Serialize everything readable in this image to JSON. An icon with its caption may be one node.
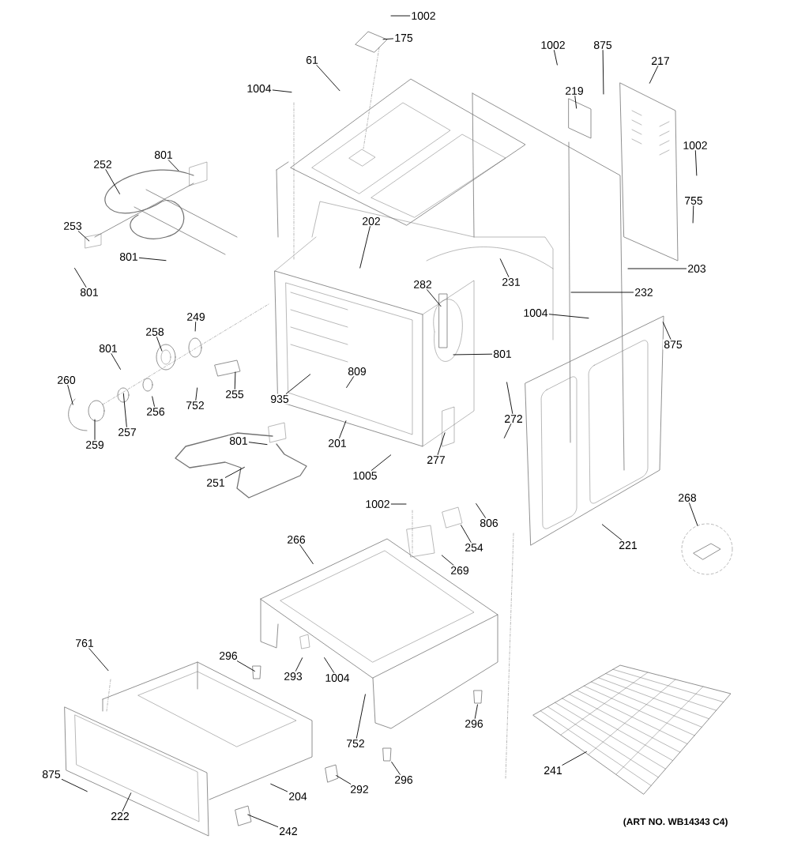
{
  "diagram": {
    "nodes": [
      {
        "text": [
          "1002"
        ]
      },
      {
        "text": [
          "175"
        ]
      },
      {
        "text": [
          "1002"
        ]
      },
      {
        "text": [
          "875"
        ]
      },
      {
        "text": [
          "217"
        ]
      },
      {
        "text": [
          "61"
        ]
      },
      {
        "text": [
          "1004"
        ]
      },
      {
        "text": [
          "219"
        ]
      },
      {
        "text": [
          "801"
        ]
      },
      {
        "text": [
          "252"
        ]
      },
      {
        "text": [
          "1002"
        ]
      },
      {
        "text": [
          "253"
        ]
      },
      {
        "text": [
          "755"
        ]
      },
      {
        "text": [
          "202"
        ]
      },
      {
        "text": [
          "801"
        ]
      },
      {
        "text": [
          "801"
        ]
      },
      {
        "text": [
          "231"
        ]
      },
      {
        "text": [
          "203"
        ]
      },
      {
        "text": [
          "282"
        ]
      },
      {
        "text": [
          "232"
        ]
      },
      {
        "text": [
          "1004"
        ]
      },
      {
        "text": [
          "249"
        ]
      },
      {
        "text": [
          "258"
        ]
      },
      {
        "text": [
          "875"
        ]
      },
      {
        "text": [
          "801"
        ]
      },
      {
        "text": [
          "801"
        ]
      },
      {
        "text": [
          "809"
        ]
      },
      {
        "text": [
          "260"
        ]
      },
      {
        "text": [
          "255"
        ]
      },
      {
        "text": [
          "935"
        ]
      },
      {
        "text": [
          "752"
        ]
      },
      {
        "text": [
          "256"
        ]
      },
      {
        "text": [
          "272"
        ]
      },
      {
        "text": [
          "257"
        ]
      },
      {
        "text": [
          "259"
        ]
      },
      {
        "text": [
          "201"
        ]
      },
      {
        "text": [
          "801"
        ]
      },
      {
        "text": [
          "277"
        ]
      },
      {
        "text": [
          "1005"
        ]
      },
      {
        "text": [
          "251"
        ]
      },
      {
        "text": [
          "1002"
        ]
      },
      {
        "text": [
          "806"
        ]
      },
      {
        "text": [
          "268"
        ]
      },
      {
        "text": [
          "266"
        ]
      },
      {
        "text": [
          "221"
        ]
      },
      {
        "text": [
          "254"
        ]
      },
      {
        "text": [
          "269"
        ]
      },
      {
        "text": [
          "761"
        ]
      },
      {
        "text": [
          "296"
        ]
      },
      {
        "text": [
          "293"
        ]
      },
      {
        "text": [
          "1004"
        ]
      },
      {
        "text": [
          "296"
        ]
      },
      {
        "text": [
          "752"
        ]
      },
      {
        "text": [
          "241"
        ]
      },
      {
        "text": [
          "875"
        ]
      },
      {
        "text": [
          "296"
        ]
      },
      {
        "text": [
          "292"
        ]
      },
      {
        "text": [
          "204"
        ]
      },
      {
        "text": [
          "222"
        ]
      },
      {
        "text": [
          "242"
        ]
      }
    ],
    "edges": [
      {
        "from": 0,
        "to": null,
        "arrow": "none"
      },
      {
        "from": 1,
        "to": null,
        "arrow": "none"
      },
      {
        "from": 2,
        "to": null,
        "arrow": "none"
      },
      {
        "from": 3,
        "to": null,
        "arrow": "none"
      },
      {
        "from": 4,
        "to": null,
        "arrow": "none"
      },
      {
        "from": 5,
        "to": null,
        "arrow": "none"
      },
      {
        "from": 6,
        "to": null,
        "arrow": "none"
      },
      {
        "from": 7,
        "to": null,
        "arrow": "none"
      },
      {
        "from": 8,
        "to": null,
        "arrow": "none"
      },
      {
        "from": 9,
        "to": null,
        "arrow": "none"
      },
      {
        "from": 10,
        "to": null,
        "arrow": "none"
      },
      {
        "from": 11,
        "to": null,
        "arrow": "none"
      },
      {
        "from": 12,
        "to": null,
        "arrow": "none"
      },
      {
        "from": 13,
        "to": null,
        "arrow": "none"
      },
      {
        "from": 14,
        "to": null,
        "arrow": "none"
      },
      {
        "from": 15,
        "to": null,
        "arrow": "none"
      },
      {
        "from": 16,
        "to": null,
        "arrow": "none"
      },
      {
        "from": 17,
        "to": null,
        "arrow": "none"
      },
      {
        "from": 18,
        "to": null,
        "arrow": "none"
      },
      {
        "from": 19,
        "to": null,
        "arrow": "none"
      },
      {
        "from": 20,
        "to": null,
        "arrow": "none"
      },
      {
        "from": 21,
        "to": null,
        "arrow": "none"
      },
      {
        "from": 22,
        "to": null,
        "arrow": "none"
      },
      {
        "from": 23,
        "to": null,
        "arrow": "none"
      },
      {
        "from": 24,
        "to": null,
        "arrow": "none"
      },
      {
        "from": 25,
        "to": null,
        "arrow": "none"
      },
      {
        "from": 26,
        "to": null,
        "arrow": "none"
      },
      {
        "from": 27,
        "to": null,
        "arrow": "none"
      },
      {
        "from": 28,
        "to": null,
        "arrow": "none"
      },
      {
        "from": 29,
        "to": null,
        "arrow": "none"
      },
      {
        "from": 30,
        "to": null,
        "arrow": "none"
      },
      {
        "from": 31,
        "to": null,
        "arrow": "none"
      },
      {
        "from": 32,
        "to": null,
        "arrow": "none"
      },
      {
        "from": 32,
        "to": null,
        "arrow": "none"
      },
      {
        "from": 33,
        "to": null,
        "arrow": "none"
      },
      {
        "from": 34,
        "to": null,
        "arrow": "none"
      },
      {
        "from": 35,
        "to": null,
        "arrow": "none"
      },
      {
        "from": 36,
        "to": null,
        "arrow": "none"
      },
      {
        "from": 37,
        "to": null,
        "arrow": "none"
      },
      {
        "from": 38,
        "to": null,
        "arrow": "none"
      },
      {
        "from": 39,
        "to": null,
        "arrow": "none"
      },
      {
        "from": 40,
        "to": null,
        "arrow": "none"
      },
      {
        "from": 41,
        "to": null,
        "arrow": "none"
      },
      {
        "from": 42,
        "to": null,
        "arrow": "none"
      },
      {
        "from": 43,
        "to": null,
        "arrow": "none"
      },
      {
        "from": 44,
        "to": null,
        "arrow": "none"
      },
      {
        "from": 45,
        "to": null,
        "arrow": "none"
      },
      {
        "from": 46,
        "to": null,
        "arrow": "none"
      },
      {
        "from": 47,
        "to": null,
        "arrow": "none"
      },
      {
        "from": 48,
        "to": null,
        "arrow": "none"
      },
      {
        "from": 49,
        "to": null,
        "arrow": "none"
      },
      {
        "from": 50,
        "to": null,
        "arrow": "none"
      },
      {
        "from": 51,
        "to": null,
        "arrow": "none"
      },
      {
        "from": 52,
        "to": null,
        "arrow": "none"
      },
      {
        "from": 53,
        "to": null,
        "arrow": "none"
      },
      {
        "from": 54,
        "to": null,
        "arrow": "none"
      },
      {
        "from": 55,
        "to": null,
        "arrow": "none"
      },
      {
        "from": 56,
        "to": null,
        "arrow": "none"
      },
      {
        "from": 57,
        "to": null,
        "arrow": "none"
      },
      {
        "from": 58,
        "to": null,
        "arrow": "none"
      },
      {
        "from": 59,
        "to": null,
        "arrow": "none"
      }
    ],
    "labels": [
      "(ART NO. WB14343 C4)"
    ]
  }
}
